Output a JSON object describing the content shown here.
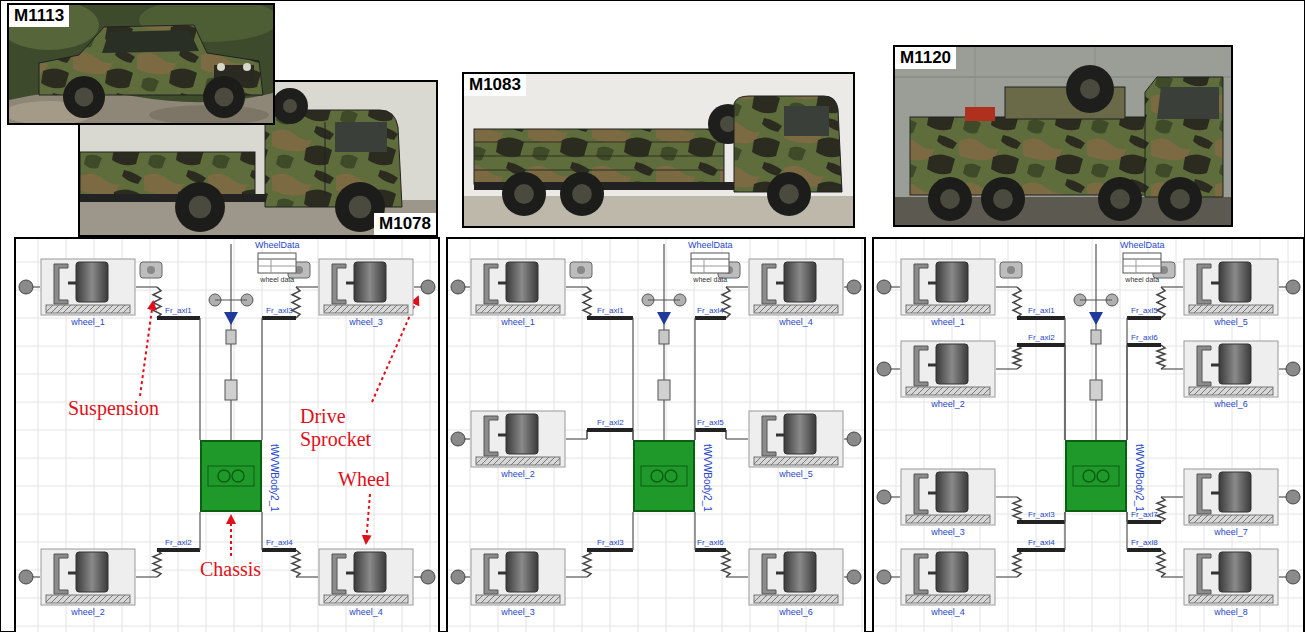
{
  "diagram": {
    "nodes": [
      {
        "text": [
          "M1113"
        ]
      },
      {
        "text": [
          "M1078"
        ]
      },
      {
        "text": [
          "M1083"
        ]
      },
      {
        "text": [
          "M1120"
        ]
      },
      {
        "text": [
          "WheelData",
          "wheel data"
        ]
      },
      {
        "text": [
          "wheel_1"
        ]
      },
      {
        "text": [
          "wheel_3"
        ]
      },
      {
        "text": [
          "tWVWBody2_1"
        ]
      },
      {
        "text": [
          "wheel_2"
        ]
      },
      {
        "text": [
          "wheel_4"
        ]
      },
      {
        "text": [
          "WheelData",
          "wheel data"
        ]
      },
      {
        "text": [
          "wheel_1"
        ]
      },
      {
        "text": [
          "wheel_4"
        ]
      },
      {
        "text": [
          "wheel_2"
        ]
      },
      {
        "text": [
          "wheel_5"
        ]
      },
      {
        "text": [
          "tWVWBody2_1"
        ]
      },
      {
        "text": [
          "wheel_3"
        ]
      },
      {
        "text": [
          "wheel_6"
        ]
      },
      {
        "text": [
          "WheelData",
          "wheel data"
        ]
      },
      {
        "text": [
          "wheel_1"
        ]
      },
      {
        "text": [
          "wheel_5"
        ]
      },
      {
        "text": [
          "wheel_2"
        ]
      },
      {
        "text": [
          "wheel_6"
        ]
      },
      {
        "text": [
          "tWVWBody2_1"
        ]
      },
      {
        "text": [
          "wheel_3"
        ]
      },
      {
        "text": [
          "wheel_7"
        ]
      },
      {
        "text": [
          "wheel_4"
        ]
      },
      {
        "text": [
          "wheel_8"
        ]
      }
    ],
    "labels": [
      "Suspension",
      "Drive Sprocket",
      "Wheel",
      "Chassis",
      "Fr_axl1",
      "Fr_axl3",
      "Fr_axl2",
      "Fr_axl4",
      "Fr_axl1",
      "Fr_axl4",
      "Fr_axl2",
      "Fr_axl5",
      "Fr_axl3",
      "Fr_axl6",
      "Fr_axl1",
      "Fr_axl5",
      "Fr_axl2",
      "Fr_axl6",
      "Fr_axl3",
      "Fr_axl7",
      "Fr_axl4",
      "Fr_axl8"
    ]
  }
}
